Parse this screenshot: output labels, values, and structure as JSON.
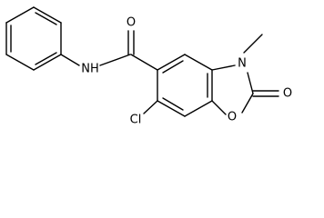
{
  "molecule": {
    "atoms": {
      "amide_o": "O",
      "amide_nh": "NH",
      "ring_n": "N",
      "ring_o": "O",
      "carbonyl_o": "O",
      "chloro": "Cl"
    }
  }
}
